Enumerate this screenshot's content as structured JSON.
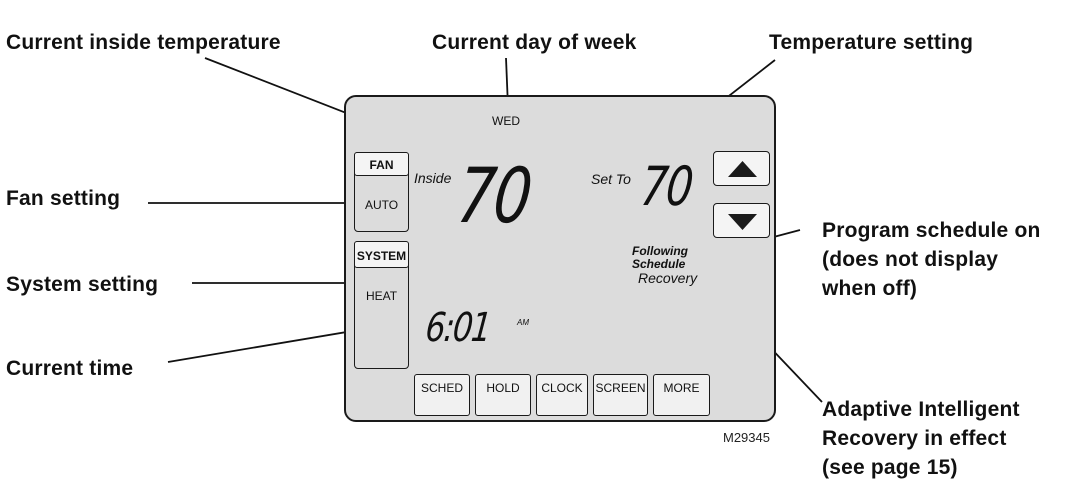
{
  "callouts": {
    "inside_temp": "Current inside temperature",
    "day_of_week": "Current day of week",
    "temp_setting": "Temperature setting",
    "fan_setting": "Fan setting",
    "system_setting": "System setting",
    "current_time": "Current time",
    "program_schedule": [
      "Program schedule on",
      "(does not display",
      "when off)"
    ],
    "adaptive_recovery": [
      "Adaptive Intelligent",
      "Recovery in effect",
      "(see page 15)"
    ]
  },
  "display": {
    "day": "WED",
    "inside_label": "Inside",
    "inside_temp": "70",
    "set_to_label": "Set To",
    "set_temp": "70",
    "following": "Following",
    "schedule": "Schedule",
    "recovery": "Recovery",
    "time": "6:01",
    "am_pm": "AM",
    "fan_header": "FAN",
    "fan_value": "AUTO",
    "system_header": "SYSTEM",
    "system_value": "HEAT"
  },
  "buttons": [
    "SCHED",
    "HOLD",
    "CLOCK",
    "SCREEN",
    "MORE"
  ],
  "icons": {
    "up": "up-triangle-icon",
    "down": "down-triangle-icon"
  },
  "figure_id": "M29345"
}
